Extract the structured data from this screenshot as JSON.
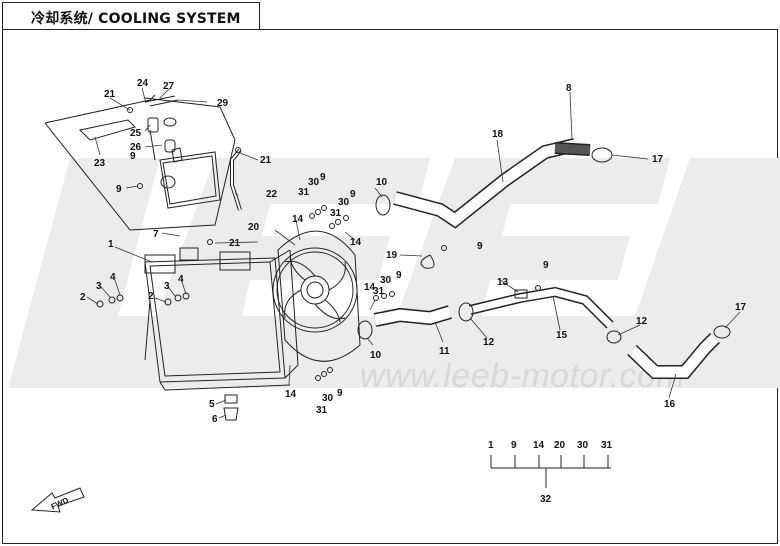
{
  "title": "冷却系统/ COOLING SYSTEM",
  "watermark_logo": "LEEB",
  "watermark_url": "www.leeb-motor.com",
  "fwd_label": "FWD",
  "callouts": {
    "c1": "1",
    "c2a": "2",
    "c2b": "2",
    "c3a": "3",
    "c3b": "3",
    "c4a": "4",
    "c4b": "4",
    "c5": "5",
    "c6": "6",
    "c7": "7",
    "c8": "8",
    "c9a": "9",
    "c9b": "9",
    "c9c": "9",
    "c9d": "9",
    "c9e": "9",
    "c9f": "9",
    "c9g": "9",
    "c10a": "10",
    "c10b": "10",
    "c11": "11",
    "c12a": "12",
    "c12b": "12",
    "c13": "13",
    "c14a": "14",
    "c14b": "14",
    "c14c": "14",
    "c14d": "14",
    "c15": "15",
    "c16": "16",
    "c17a": "17",
    "c17b": "17",
    "c18": "18",
    "c19": "19",
    "c20": "20",
    "c21a": "21",
    "c21b": "21",
    "c21c": "21",
    "c22": "22",
    "c23": "23",
    "c24": "24",
    "c25": "25",
    "c26": "26",
    "c27": "27",
    "c29": "29",
    "c30a": "30",
    "c30b": "30",
    "c30c": "30",
    "c30d": "30",
    "c31a": "31",
    "c31b": "31",
    "c31c": "31",
    "c31d": "31"
  },
  "kit": {
    "items": [
      "1",
      "9",
      "14",
      "20",
      "30",
      "31"
    ],
    "total": "32"
  }
}
